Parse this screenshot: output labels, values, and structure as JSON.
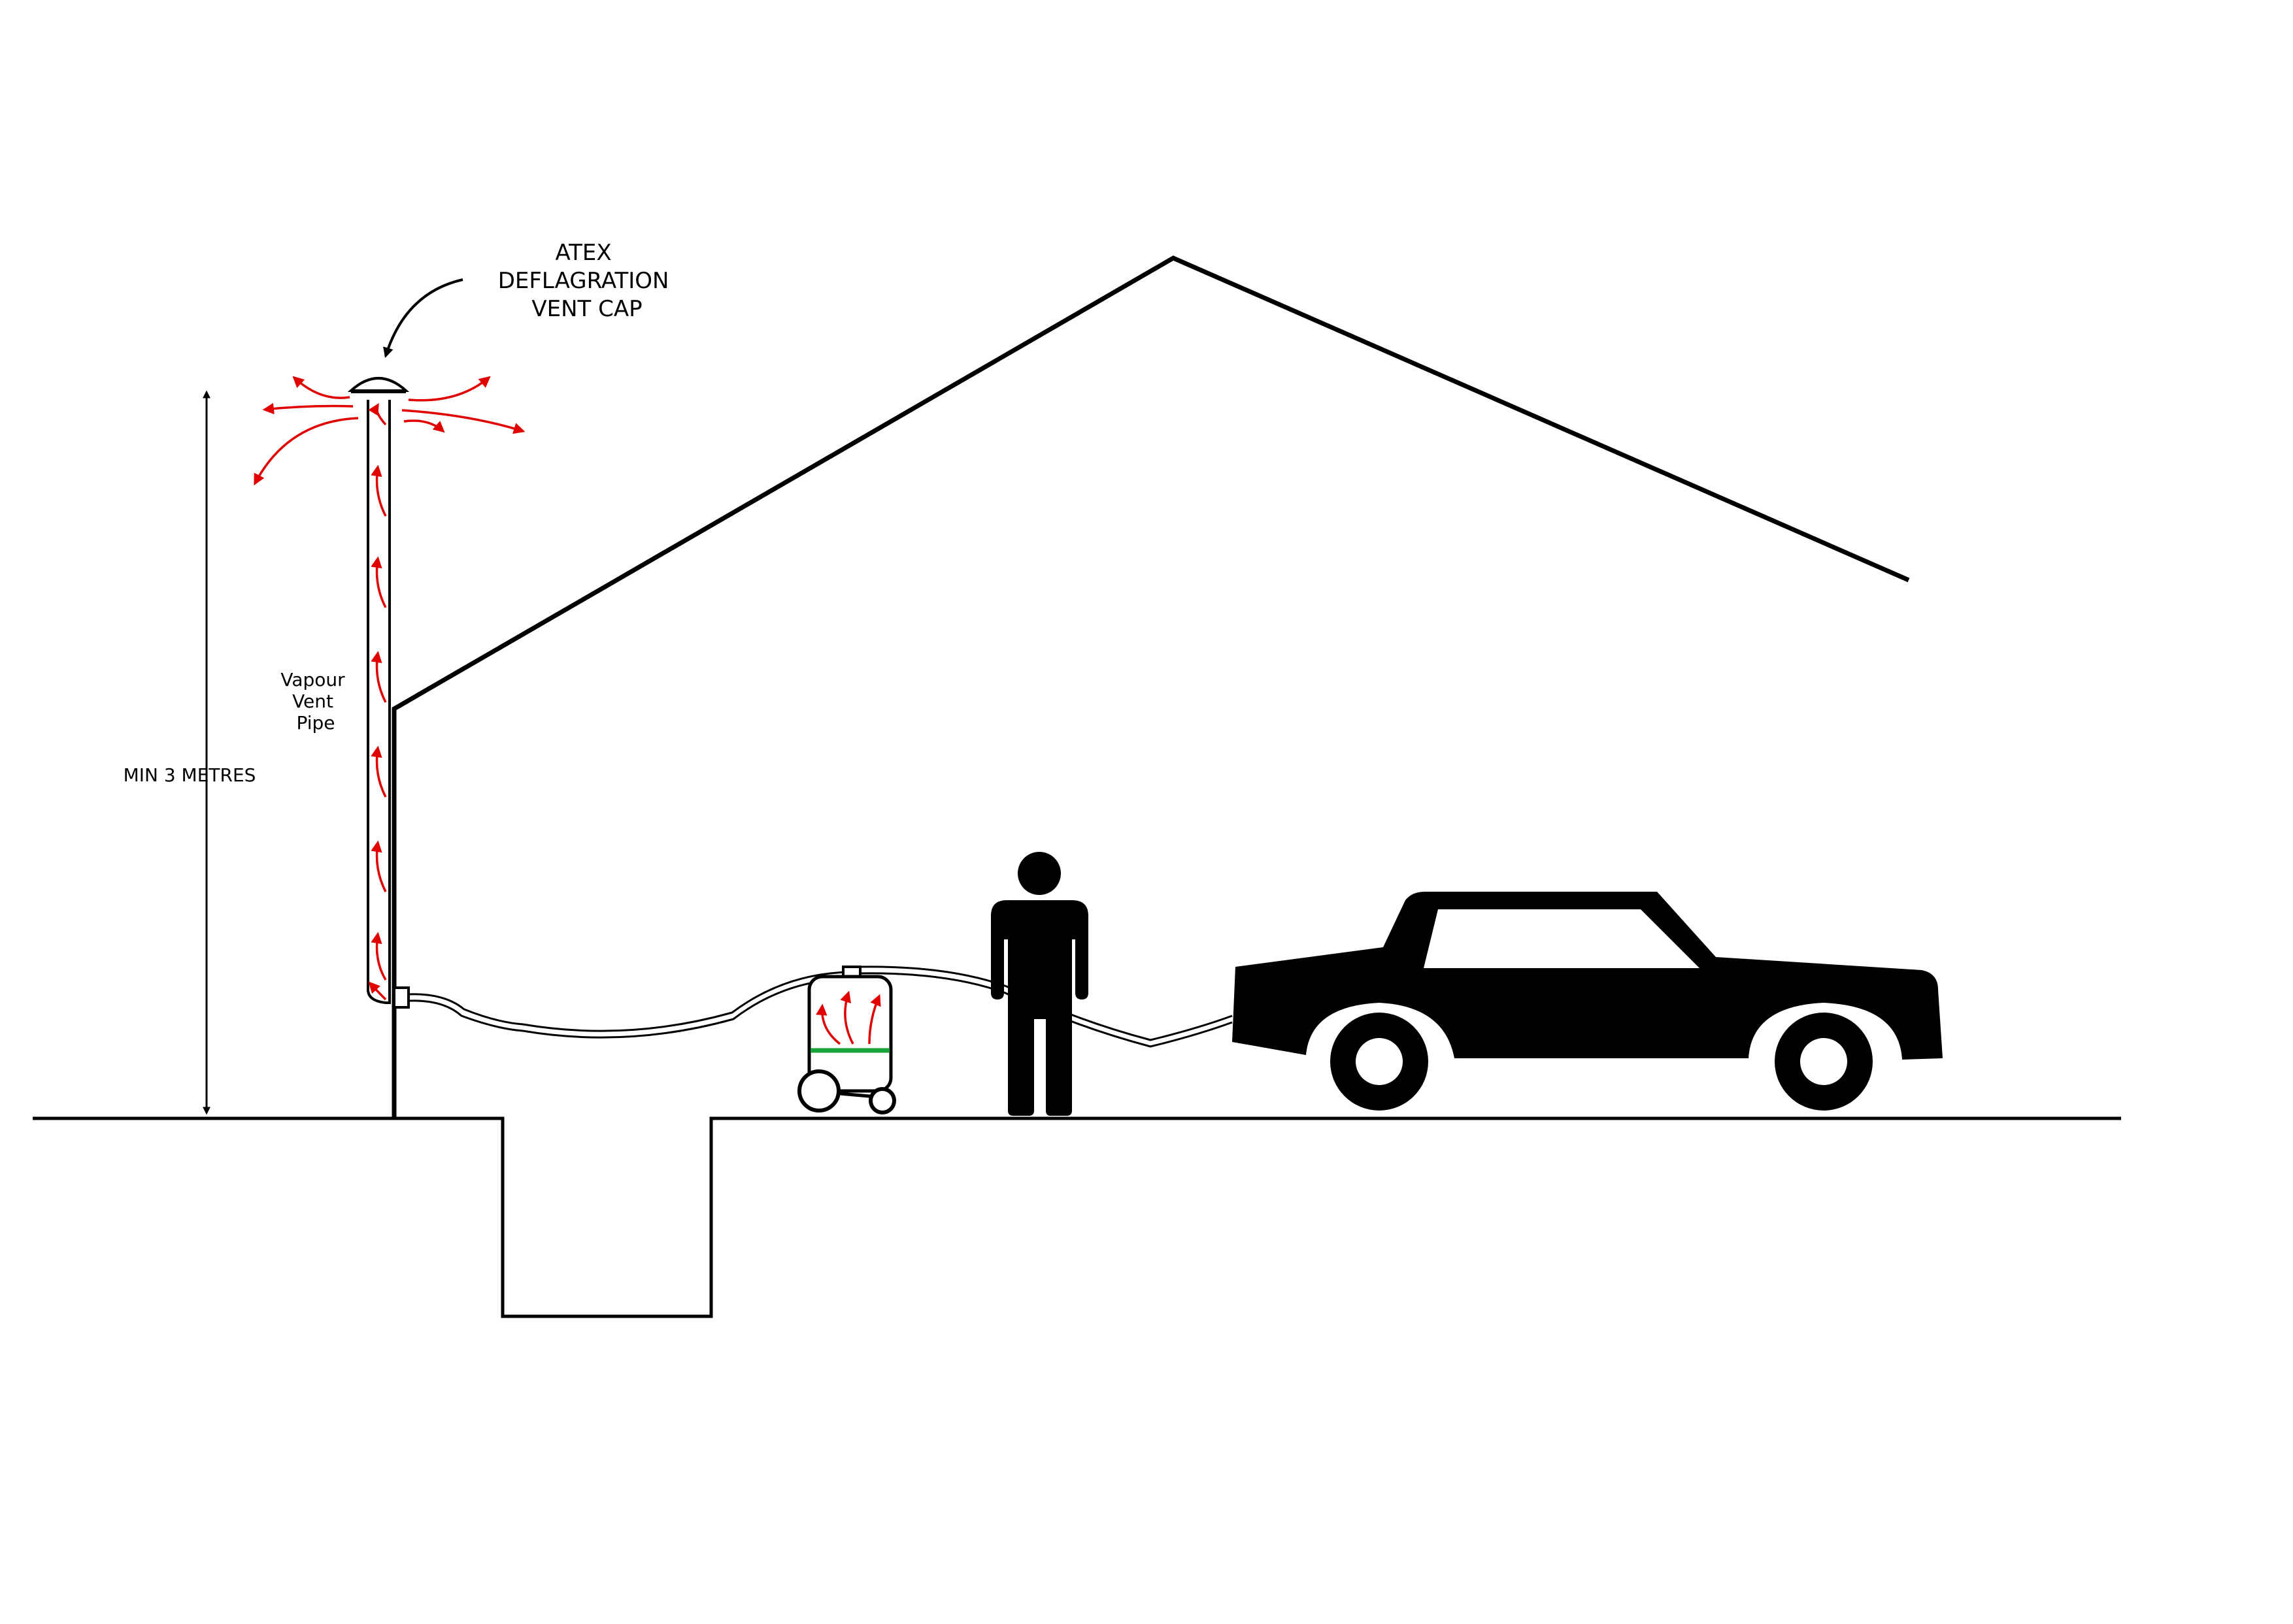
{
  "labels": {
    "vent_cap": [
      "ATEX",
      "DEFLAGRATION",
      "VENT CAP"
    ],
    "vent_pipe": [
      "Vapour",
      "Vent",
      "Pipe"
    ],
    "height": "MIN 3 METRES"
  },
  "colors": {
    "line": "#000000",
    "vapour_arrow": "#e00000",
    "liquid_level": "#1aa33a",
    "background": "#ffffff"
  }
}
